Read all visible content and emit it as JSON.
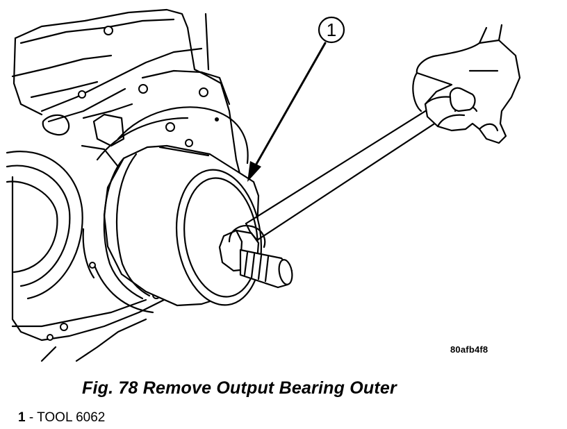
{
  "figure": {
    "code": "80afb4f8",
    "caption": "Fig. 78 Remove Output Bearing Outer",
    "callout_number": "1",
    "legend": [
      {
        "number": "1",
        "separator": " - ",
        "label": "TOOL 6062"
      }
    ]
  }
}
